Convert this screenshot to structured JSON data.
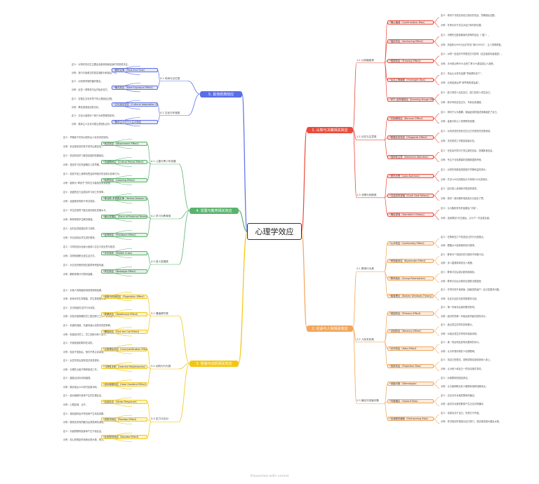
{
  "root": "心理学效应",
  "footer": "Presented with xmind",
  "colors": {
    "red": "#ea4b3c",
    "orange": "#f2a65a",
    "yellow": "#f3c614",
    "green": "#59b36c",
    "blue": "#5a6ee8",
    "red_bg": "#fde5e2",
    "orange_bg": "#fdecdc",
    "yellow_bg": "#fdf5c8",
    "green_bg": "#e2f3e5",
    "blue_bg": "#e5e8fb"
  },
  "branches": [
    {
      "id": "b1",
      "color": "red",
      "label": "1. 认知与决策相关效应",
      "subs": [
        {
          "label": "1.1 认知偏差类",
          "effects": [
            {
              "label": "*确认偏误（Confirmation Bias）",
              "leaves": [
                "定义：倾向于寻找支持自己观点的信息，忽略相反证据。",
                "示例：在争论中只关注对自己有利的论据。"
              ]
            },
            {
              "label": "*锚定效应（Anchoring Effect）",
              "leaves": [
                "定义：决策时过度依赖最先获得的信息（“锚”）。",
                "示例：商品标价999元后打折至“原价599元”，让人觉得便宜。"
              ]
            },
            {
              "label": "*框架效应（Framing Effect）",
              "leaves": [
                "定义：对同一信息的不同表述方式影响（如正面或负面描述）。",
                "示例：手术成功率90%比死亡率10%更容易让人接受。"
              ]
            },
            {
              "label": "*后见之明偏差（Hindsight Bias）",
              "leaves": [
                "定义：事后认为事件结果“早就预料到了”。",
                "示例：比赛结束后称“我早就知道会赢”。"
              ]
            },
            {
              "label": "*邓宁-克鲁格效应（Dunning-Kruger Effect）",
              "leaves": [
                "定义：能力低的人高估自己，能力高的人低估自己。",
                "示例：新手司机自信过头，专家反而谦虚。"
              ]
            }
          ]
        },
        {
          "label": "1.2 记忆与注意类",
          "effects": [
            {
              "label": "*巴纳姆效应（Barnum Effect）",
              "leaves": [
                "定义：倾向于认为模糊、普遍适用的描述准确描述了自己。",
                "示例：星座分析让人觉得很有道理。"
              ]
            },
            {
              "label": "*蔡格尼克效应（Zeigarnik Effect）",
              "leaves": [
                "定义：对未完成任务的记忆比已完成的任务更深刻。",
                "示例：未完成的工作更容易被记住。"
              ]
            },
            {
              "label": "*选择性注意（Selective Attention）",
              "leaves": [
                "定义：在复杂环境中只关注某些信息，忽略其他信息。",
                "示例：专注于手机屏幕时忽略周围的声音。"
              ]
            }
          ]
        },
        {
          "label": "1.3 决策与判断类",
          "effects": [
            {
              "label": "*损失厌恶（Loss Aversion）",
              "leaves": [
                "定义：对损失的痛苦感受强于同等收益的快乐。",
                "示例：失去100元的痛苦大于获得100元的快乐。"
              ]
            },
            {
              "label": "*沉没成本谬误（Sunk Cost Fallacy）",
              "leaves": [
                "定义：因已投入资源而不愿放弃某事。",
                "示例：看完一部无聊的电影因为已经买了票。"
              ]
            },
            {
              "label": "*赌徒谬误（Gambler's Fallacy）",
              "leaves": [
                "定义：认为随机事件的结果会“平衡”。",
                "示例：连续掷出5次正面后，认为下一次会是反面。"
              ]
            }
          ]
        }
      ]
    },
    {
      "id": "b2",
      "color": "orange",
      "label": "2. 社会与人际相关效应",
      "subs": [
        {
          "label": "2.1 群体行为类",
          "effects": [
            {
              "label": "*从众效应（Conformity Effect）",
              "leaves": [
                "定义：在群体压力下改变自己的行为或观点。",
                "示例：跟随大众选择某种流行服饰。"
              ]
            },
            {
              "label": "*旁观者效应（Bystander Effect）",
              "leaves": [
                "定义：群体中个体因责任分散而不采取行动。",
                "示例：多人围观事故却无人救援。"
              ]
            },
            {
              "label": "*群体极化（Group Polarization）",
              "leaves": [
                "定义：群体讨论后观点趋向极端化。",
                "示例：群体讨论后对某些议题看法更激进。"
              ]
            },
            {
              "label": "*破窗理论（Broken Windows Theory）",
              "leaves": [
                "定义：环境中的不良现象（如破损的窗户）会引发更多问题。",
                "示例：社区中乱扔垃圾导致更多垃圾。"
              ]
            }
          ]
        },
        {
          "label": "2.2 人际关系类",
          "effects": [
            {
              "label": "*首因效应（Primacy Effect）",
              "leaves": [
                "定义：第一印象对后续判断的影响。",
                "示例：面试时的第一印象会影响面试官的评价。"
              ]
            },
            {
              "label": "*近因效应（Recency Effect）",
              "leaves": [
                "定义：最近发生的事件影响更大。",
                "示例：对最近发生的事情印象最深刻。"
              ]
            },
            {
              "label": "*光环效应（Halo Effect）",
              "leaves": [
                "定义：某一突出特征影响对整体的评价。",
                "示例：认为外表好看的人也很聪明。"
              ]
            },
            {
              "label": "*投射效应（Projection Bias）",
              "leaves": [
                "定义：将自己的想法、感受或特征投射到他人身上。",
                "示例：认为别人和自己一样喜欢某件事情。"
              ]
            }
          ]
        },
        {
          "label": "2.3 偏见与刻板印象",
          "effects": [
            {
              "label": "*刻板印象（Stereotype）",
              "leaves": [
                "定义：对某群体的固定看法。",
                "示例：认为某种职业的人都很有某种性格特点。"
              ]
            },
            {
              "label": "*内隐偏见（Implicit Bias）",
              "leaves": [
                "定义：无意识中对某些群体的偏见。",
                "示例：面试中对某些群体产生无意识的偏好。"
              ]
            },
            {
              "label": "*自我服务偏差（Self-serving Bias）",
              "leaves": [
                "定义：将成功归于自己，失败归于外因。",
                "示例：考试成绩好是因为自己努力，成绩差是因为题目太难。"
              ]
            }
          ]
        }
      ]
    },
    {
      "id": "b3",
      "color": "yellow",
      "label": "3. 情绪与动机相关效应",
      "subs": [
        {
          "label": "3.1 情绪调节类",
          "effects": [
            {
              "label": "*皮格马利翁效应（Pygmalion Effect）",
              "leaves": [
                "定义：对他人的期望影响其表现和结果。",
                "示例：老师对学生有期望，学生表现更优秀。"
              ]
            },
            {
              "label": "*霍桑效应（Hawthorne Effect）",
              "leaves": [
                "定义：意识到被关注时行为改变。",
                "示例：实验中被观察的员工更加努力工作，效率提升。"
              ]
            },
            {
              "label": "*踢猫效应（Kick the Cat Effect）",
              "leaves": [
                "定义：情绪传递链，负面情绪从高层向低层转移。",
                "示例：老板批评员工，员工回家对家人发火。"
              ]
            }
          ]
        },
        {
          "label": "3.2 动机与行为类",
          "effects": [
            {
              "label": "*过度理由效应（Overjustification Effect）",
              "leaves": [
                "定义：外部奖励削弱内在动机。",
                "示例：给孩子奖励后，他们不再主动阅读。"
              ]
            },
            {
              "label": "*习得性无助（Learned Helplessness）",
              "leaves": [
                "定义：反复失败后放弃尝试改变现状。",
                "示例：长期失业者不再积极找工作。"
              ]
            },
            {
              "label": "*目标梯度效应（Goal Gradient Effect）",
              "leaves": [
                "定义：越接近目标动机越强。",
                "示例：跑步最后100米时加速冲刺。"
              ]
            }
          ]
        },
        {
          "label": "3.3 压力与应对",
          "effects": [
            {
              "label": "*应激反应（Stress Response）",
              "leaves": [
                "定义：面对威胁时身体产生的生理反应。",
                "示例：心跳加速、出汗。"
              ]
            },
            {
              "label": "*安慰剂效应（Placebo Effect）",
              "leaves": [
                "定义：相信某种治疗有效而产生改善效果。",
                "示例：服用无药效的糖丸后感觉病情减轻。"
              ]
            },
            {
              "label": "*反安慰剂效应（Nocebo Effect）",
              "leaves": [
                "定义：负面预期导致身体产生不良反应。",
                "示例：担心药物副作用而出现头痛、恶心。"
              ]
            }
          ]
        }
      ]
    },
    {
      "id": "b4",
      "color": "green",
      "label": "4. 发展与教育相关效应",
      "subs": [
        {
          "label": "4.1 儿童与青少年发展",
          "effects": [
            {
              "label": "*依恋效应（Attachment Effect）",
              "leaves": [
                "定义：早期亲子关系对成年后人际关系的影响。",
                "示例：安全型依恋的孩子成年后更自信。"
              ]
            },
            {
              "label": "*关键期效应（Critical Period Effect）",
              "leaves": [
                "定义：特定阶段学习某些技能的效果最佳。",
                "示例：语言学习的关键期在儿童早期。"
              ]
            },
            {
              "label": "*标签效应（Labeling Effect）",
              "leaves": [
                "定义：给孩子贴上某种标签会影响他们的自我认知和行为。",
                "示例：被称为“笨孩子”的学生可能真的表现更差。"
              ]
            }
          ]
        },
        {
          "label": "4.2 学习与教育类",
          "effects": [
            {
              "label": "*耶克斯-多德森定律（Yerkes-Dodson Law）",
              "leaves": [
                "定义：适度的压力会提高学习和工作效率。",
                "示例：适度紧张有助于考试发挥。"
              ]
            },
            {
              "label": "*最近发展区（Zone of Proximal Development, ZPD）",
              "leaves": [
                "定义：学生在指导下能达到的潜在发展水平。",
                "示例：教师帮助学生解决难题。"
              ]
            },
            {
              "label": "*反馈效应（Feedback Effect）",
              "leaves": [
                "定义：及时反馈能提高学习效率。",
                "示例：作业批改后学生进步更快。"
              ]
            }
          ]
        },
        {
          "label": "4.3 成人发展类",
          "effects": [
            {
              "label": "*中年危机（Midlife Crisis）",
              "leaves": [
                "定义：中年阶段对自身价值和人生意义的反思与焦虑。",
                "示例：突然转换职业或生活方式。"
              ]
            },
            {
              "label": "*怀旧效应（Nostalgia Effect）",
              "leaves": [
                "定义：对过去的美好回忆能带来积极情绪。",
                "示例：翻看老照片时感到温暖。"
              ]
            }
          ]
        }
      ]
    },
    {
      "id": "b5",
      "color": "blue",
      "label": "5. 其他经典效应",
      "subs": [
        {
          "label": "5.1 时间与记忆类",
          "effects": [
            {
              "label": "*峰终定律（Peak-End Rule）",
              "leaves": [
                "定义：对事件的记忆主要由高峰体验和结束时的感受决定。",
                "示例：旅行中最难忘的是高潮部分和最后一天。"
              ]
            },
            {
              "label": "*曝光效应（Mere Exposure Effect）",
              "leaves": [
                "定义：对熟悉事物的偏好更高。",
                "示例：反复一首歌多次后开始喜欢它。"
              ]
            }
          ]
        },
        {
          "label": "5.2 文化与环境类",
          "effects": [
            {
              "label": "*文化适应效应（Cultural Adaptation Effect）",
              "leaves": [
                "定义：在陌生文化环境下的心理适应过程。",
                "示例：移民逐渐适应新文化。"
              ]
            },
            {
              "label": "*集体主义与个人主义效应",
              "leaves": [
                "定义：文化价值观对个体行为和思维的影响。",
                "示例：集体主义文化中更注重团队合作。"
              ]
            }
          ]
        }
      ]
    }
  ]
}
